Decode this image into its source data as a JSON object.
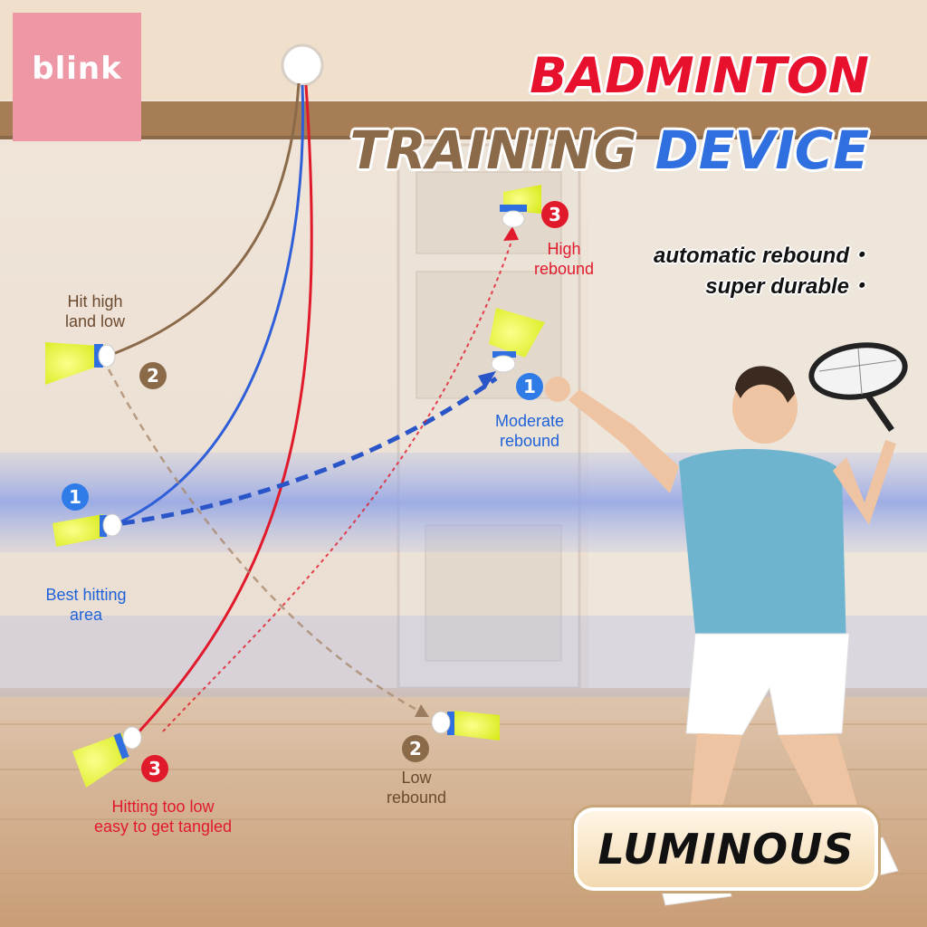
{
  "brand": {
    "logo_text": "blink",
    "logo_color": "#ee98a6"
  },
  "title": {
    "line1": "BADMINTON",
    "line2_part1": "TRAINING ",
    "line2_part2": "DEVICE"
  },
  "features": [
    "automatic rebound・",
    "super durable・"
  ],
  "annotations": {
    "hit_high": {
      "badge": "2",
      "text_l1": "Hit high",
      "text_l2": "land low"
    },
    "best_area": {
      "badge": "1",
      "text_l1": "Best hitting",
      "text_l2": "area"
    },
    "too_low": {
      "badge": "3",
      "text_l1": "Hitting too low",
      "text_l2": "easy to get tangled"
    },
    "high_rebound": {
      "badge": "3",
      "text_l1": "High",
      "text_l2": "rebound"
    },
    "moderate_rebound": {
      "badge": "1",
      "text_l1": "Moderate",
      "text_l2": "rebound"
    },
    "low_rebound": {
      "badge": "2",
      "text_l1": "Low",
      "text_l2": "rebound"
    }
  },
  "badge_label": "LUMINOUS",
  "colors": {
    "red": "#e11a2b",
    "blue": "#2f6fe0",
    "brown": "#8b6a4a",
    "shuttle_yellow": "#e8f53a"
  }
}
